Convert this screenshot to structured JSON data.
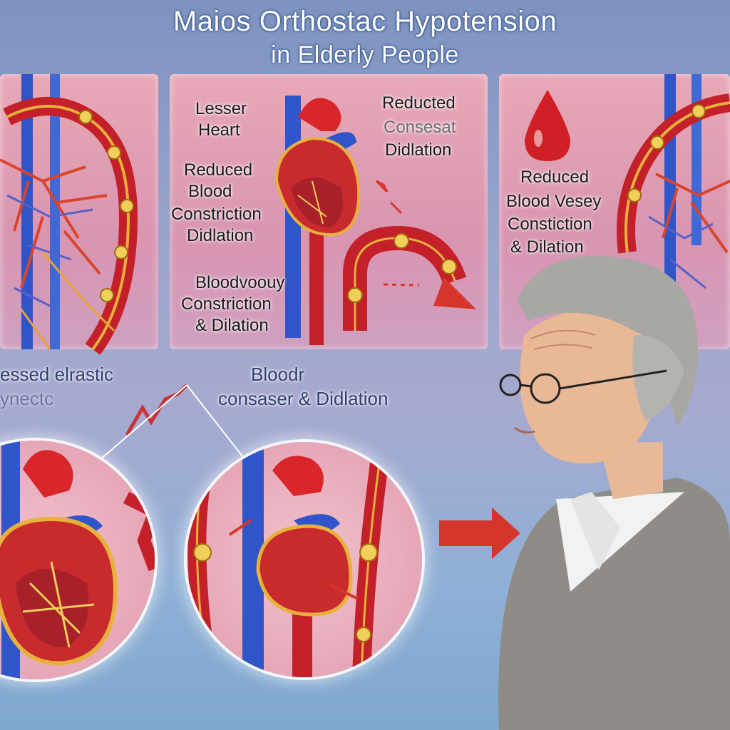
{
  "title": {
    "line1": "Maios Orthostac Hypotension",
    "line2": "in Elderly People"
  },
  "panel_center": {
    "label_heart": [
      "Lesser",
      "Heart"
    ],
    "label_blood": [
      "Reduced",
      "Blood",
      "Constriction",
      "Didlation"
    ],
    "label_bottom": [
      "Bloodvoouy",
      "Constriction",
      "& Dilation"
    ],
    "label_right": [
      "Reducted",
      "Consesat",
      "Didlation"
    ]
  },
  "panel_right": {
    "label": [
      "Reduced",
      "Blood Vesey",
      "Constiction",
      "& Dilation"
    ]
  },
  "middle": {
    "left_label": [
      "essed elrastic",
      "ynectc"
    ],
    "center_label": [
      "Bloodr",
      "consaser & Didlation"
    ]
  },
  "colors": {
    "artery": "#d8262a",
    "vein": "#2f55c8",
    "vessel_wall": "#e7b13c",
    "arrow": "#d6352c"
  }
}
